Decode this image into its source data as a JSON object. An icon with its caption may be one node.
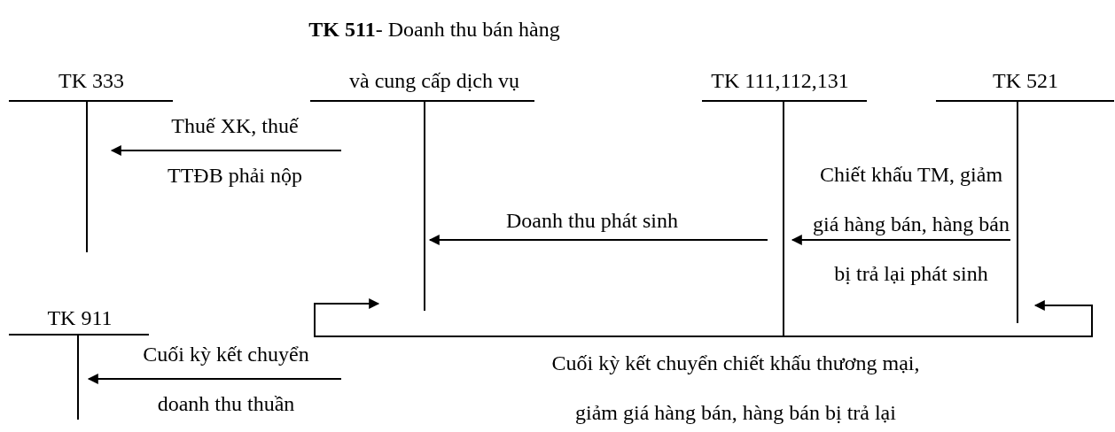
{
  "diagram": {
    "nodes": [
      {
        "text": [
          "TK 333"
        ]
      },
      {
        "text": [
          "**TK 511**- Doanh thu bán hàng và cung cấp dịch vụ"
        ]
      },
      {
        "text": [
          "TK 111,112,131"
        ]
      },
      {
        "text": [
          "TK 521"
        ]
      },
      {
        "text": [
          "TK 911"
        ]
      }
    ],
    "edges": [
      {
        "from": 1,
        "to": 0,
        "arrow": "to",
        "label": "Thuế XK, thuế TTĐB phải nộp"
      },
      {
        "from": 2,
        "to": 1,
        "arrow": "to",
        "label": "Doanh thu phát sinh"
      },
      {
        "from": 3,
        "to": 2,
        "arrow": "to",
        "label": "Chiết khấu TM, giảm giá hàng bán, hàng bán bị trả lại phát sinh"
      },
      {
        "from": 1,
        "to": 4,
        "arrow": "to",
        "label": "Cuối kỳ kết chuyển doanh thu thuần"
      },
      {
        "from": 3,
        "to": 1,
        "arrow": "both",
        "label": "Cuối kỳ kết chuyển chiết khấu thương mại, giảm giá hàng bán, hàng bán bị trả lại"
      }
    ]
  }
}
